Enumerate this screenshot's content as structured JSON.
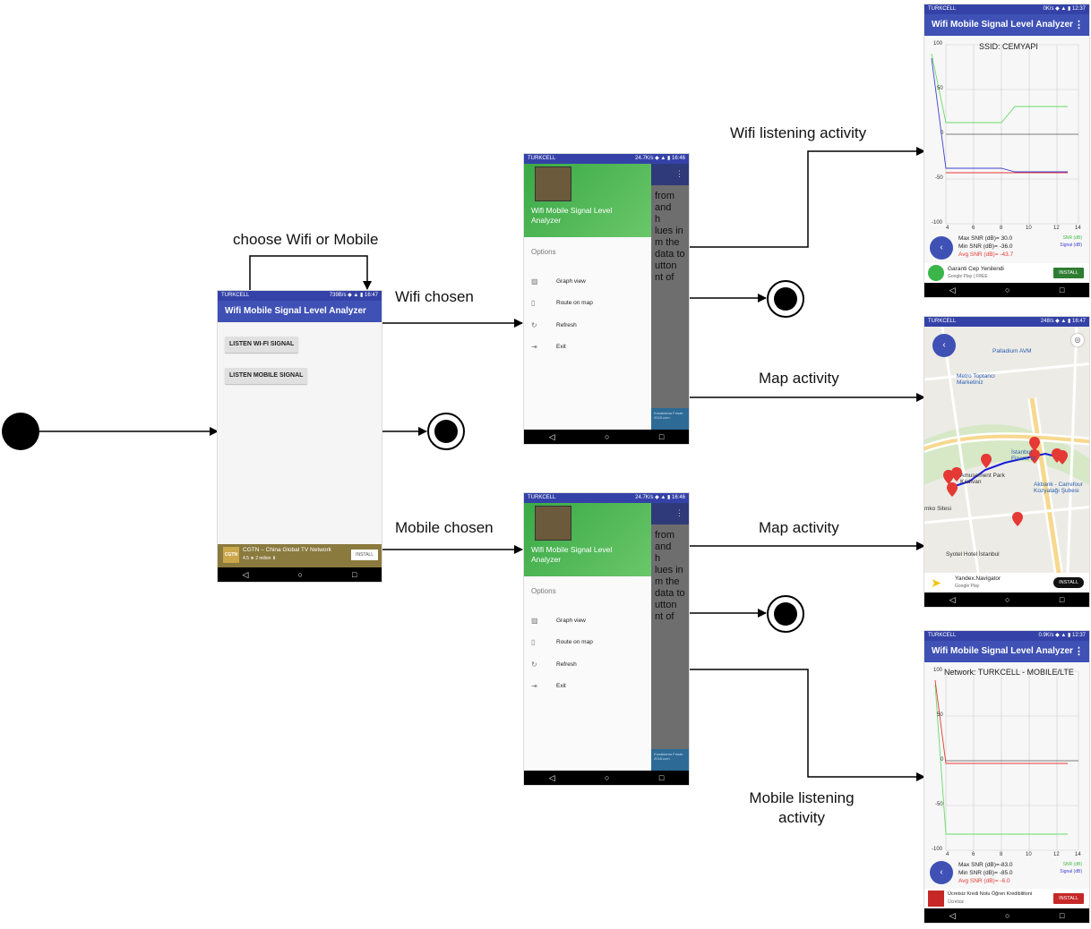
{
  "edges": {
    "choose_loop": "choose Wifi or Mobile",
    "wifi_chosen": "Wifi chosen",
    "mobile_chosen": "Mobile chosen",
    "wifi_listening": "Wifi listening activity",
    "map_activity_wifi": "Map activity",
    "map_activity_mobile": "Map activity",
    "mobile_listening": "Mobile listening activity"
  },
  "main_screen": {
    "status": {
      "carrier": "TURKCELL",
      "right": "739B/s ◆ ▲ ▮ 16:47"
    },
    "app_title": "Wifi Mobile Signal Level Analyzer",
    "listen_wifi_button": "LISTEN WI-FI SIGNAL",
    "listen_mobile_button": "LISTEN MOBILE SIGNAL",
    "ad": {
      "title": "CGTN – China Global TV Network",
      "rating": "4.5 ★  2 milion  ⬇",
      "logo": "CGTN",
      "install": "INSTALL"
    }
  },
  "wifi_drawer": {
    "status": {
      "carrier": "TURKCELL",
      "right": "24.7K/s ◆ ▲ ▮ 16:46"
    },
    "header_title": "Wifi Mobile Signal Level Analyzer",
    "options_label": "Options",
    "items": [
      "Graph view",
      "Route on map",
      "Refresh",
      "Exit"
    ],
    "background_text": "from\nand\nh\nlues in\nm the\ndata to\nutton\nnt of",
    "ad_text": "Konaklama Fırsatı\n2018.com"
  },
  "mobile_drawer": {
    "status": {
      "carrier": "TURKCELL",
      "right": "24.7K/s ◆ ▲ ▮ 16:46"
    },
    "header_title": "Wifi Mobile Signal Level Analyzer",
    "options_label": "Options",
    "items": [
      "Graph view",
      "Route on map",
      "Refresh",
      "Exit"
    ],
    "background_text": "from\nand\nh\nlues in\nm the\ndata to\nutton\nnt of",
    "ad_text": "Konaklama Fırsatı\n2018.com"
  },
  "wifi_graph": {
    "status": {
      "carrier": "TURKCELL",
      "right": "0K/s ◆ ▲ ▮ 12:37"
    },
    "app_title": "Wifi Mobile Signal Level Analyzer",
    "graph_title": "SSID: CEMYAPI",
    "y_ticks": [
      "100",
      "50",
      "0",
      "-50",
      "-100"
    ],
    "x_ticks": [
      "4",
      "6",
      "8",
      "10",
      "12",
      "14"
    ],
    "stats": {
      "max": "Max SNR (dB)= 30.0",
      "min": "Min SNR (dB)= -36.0",
      "avg": "Avg SNR (dB)= -43.7"
    },
    "legend": {
      "snr": "SNR (dB)",
      "signal": "Signal (dB)"
    },
    "ad": {
      "title": "Garanti Cep Yenilendi",
      "sub": "Google Play  |  FREE",
      "install": "INSTALL"
    }
  },
  "map_screen": {
    "status": {
      "carrier": "TURKCELL",
      "right": "248/s ◆ ▲ ▮ 16:47"
    },
    "labels": {
      "palladium": "Palladium AVM",
      "metro": "Metro Toptancı\nMarketiniz",
      "istanbul": "İstanbul\nFinans M.",
      "amusement": "Amusement Park\nKıldıvan",
      "akbank": "Akbank - Carrefour\nKozyatağı Şubesi",
      "emko": "mko Sitesi",
      "syotel": "Syotel Hotel İstanbul"
    },
    "ad": {
      "title": "Yandex.Navigator",
      "sub": "Google Play",
      "install": "INSTALL"
    }
  },
  "mobile_graph": {
    "status": {
      "carrier": "TURKCELL",
      "right": "0.9K/s ◆ ▲ ▮ 12:37"
    },
    "app_title": "Wifi Mobile Signal Level Analyzer",
    "graph_title": "Network: TURKCELL - MOBILE/LTE",
    "y_ticks": [
      "100",
      "50",
      "0",
      "-50",
      "-100"
    ],
    "x_ticks": [
      "4",
      "6",
      "8",
      "10",
      "12",
      "14"
    ],
    "stats": {
      "max": "Max SNR (dB)=-83.0",
      "min": "Min SNR (dB)= -85.0",
      "avg": "Avg SNR (dB)= -6.0"
    },
    "legend": {
      "snr": "SNR (dB)",
      "signal": "Signal (dB)"
    },
    "ad": {
      "title": "Ücretsiz Kredi Notu Öğren Kredibilitoni",
      "sub": "Ücretsiz",
      "install": "INSTALL"
    }
  },
  "colors": {
    "appbar": "#3f51b5",
    "drawer_header": "#4caf50",
    "snr_line": "#66dd66",
    "signal_line": "#3f3fd0",
    "avg_red": "#e53935",
    "route": "#1a1ad6"
  }
}
